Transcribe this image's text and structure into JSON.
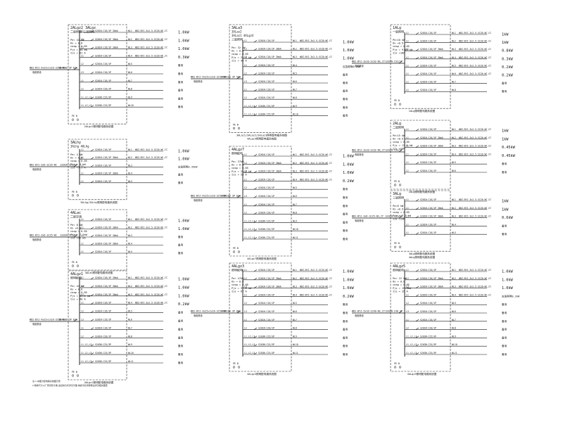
{
  "drawing": {
    "notes": [
      "注:1.本图为配电箱系统图示意",
      "2.箱体尺寸以厂家实际为准,进出线方式详见平面,电缆沟及桥架敷设详见相关图纸"
    ]
  },
  "panels": [
    {
      "id": "p1",
      "names": [
        "2ALgz2 3ALgz",
        "二层照明  三层照明"
      ],
      "params": [
        "Pe= 42 kW",
        "Kx = 0.8",
        "cosφ = 0.85",
        "Pjs = 34 kW",
        "Ijs = 61 A"
      ],
      "feeder": "WD2-BYJ-4x25+1x16-SC50-WC",
      "feeder_note": "电缆敷设",
      "main_breaker": "NSX100 3P 63A",
      "caption": "2ALgz2照明配电箱系统图",
      "circuits": [
        {
          "b": "L1",
          "bk": "S201N-C16/1P 30mA",
          "c": "WL1",
          "w": "WDZ-BYJ-3x2.5-SC20-WC,CC",
          "ld": "1.0kW"
        },
        {
          "b": "L2",
          "bk": "S201N-C16/1P 30mA",
          "c": "WL2",
          "w": "WDZ-BYJ-3x2.5-SC20-WC,CC",
          "ld": "1.0kW"
        },
        {
          "b": "L3",
          "bk": "S201N-C16/1P 30mA",
          "c": "WL3",
          "w": "WDZ-BYJ-3x2.5-SC20-WC,CC",
          "ld": "1.0kW"
        },
        {
          "b": "L1",
          "bk": "S201N-C16/1P",
          "c": "WL4",
          "w": "WDZ-BYJ-3x2.5-SC20-WC,CC",
          "ld": "0.3kW"
        },
        {
          "b": "L2",
          "bk": "S201N-C16/1P",
          "c": "WL5",
          "w": "",
          "ld": "备用"
        },
        {
          "b": "L3",
          "bk": "S201N-C16/1P",
          "c": "WL6",
          "w": "",
          "ld": "备用"
        },
        {
          "b": "L1",
          "bk": "S201N-C16/1P",
          "c": "WL7",
          "w": "",
          "ld": "备用"
        },
        {
          "b": "L2",
          "bk": "S201N-C20/1P",
          "c": "WL8",
          "w": "",
          "ld": "备用"
        },
        {
          "b": "L1,L2,L3",
          "bk": "S203N-C25/3P",
          "c": "WL9",
          "w": "",
          "ld": "备用"
        },
        {
          "b": "L1,L2,L3",
          "bk": "S203N-C25/3P",
          "c": "WL10",
          "w": "",
          "ld": "备用"
        }
      ]
    },
    {
      "id": "p2",
      "names": [
        "3ALhy",
        "3ALhg 4ALhg"
      ],
      "params": [
        "Pe= 4 kW",
        "Kx = 0.8",
        "cosφ = 0.85",
        "Pjs = 4 kW",
        "Ijs =7.1 A"
      ],
      "feeder": "WD2-BYJ-3x6-SC25-WC",
      "feeder_note": "电缆敷设",
      "main_breaker": "S201N-C25/1P",
      "caption": "3ALhg/3ALhy照明配电箱系统图",
      "circuits": [
        {
          "b": "L1",
          "bk": "S201N-C16/1P",
          "c": "WL1",
          "w": "WDZ-BYJ-3x2.5-SC20-WC,CC",
          "ld": "1.0kW"
        },
        {
          "b": "L1",
          "bk": "S201N-C16/1P 30mA",
          "c": "WL2",
          "w": "WDZ-BYJ-3x2.5-SC20-WC,CC",
          "ld": "1.0kW"
        },
        {
          "b": "L1",
          "bk": "S201N-C16/1P",
          "c": "WL3",
          "w": "",
          "ld": "应急照明0.35kW"
        },
        {
          "b": "L1",
          "bk": "S201N-C16/1P 30mA",
          "c": "WL4",
          "w": "",
          "ld": "备用"
        },
        {
          "b": "L1",
          "bk": "S201N-C16/1P",
          "c": "WL5",
          "w": "",
          "ld": "备用"
        }
      ]
    },
    {
      "id": "p3",
      "names": [
        "4ALac",
        "二层空调"
      ],
      "params": [
        "Pe= 8 kW",
        "Kx =0.9",
        "cosφ = 0.85",
        "Pjs = 7.2kW",
        "Ijs =12.8A"
      ],
      "feeder": "WD2-BYJ-3x6-SC25-WC",
      "feeder_note": "电缆敷设",
      "main_breaker": "S201N-C25/1P",
      "caption": "4ALac照明配电箱系统图",
      "circuits": [
        {
          "b": "L1",
          "bk": "S201N-C16/1P",
          "c": "WL1",
          "w": "WDZ-BYJ-3x2.5-SC20-WC,CC",
          "ld": "1.0kW"
        },
        {
          "b": "L1",
          "bk": "S201N-C16/1P 30mA",
          "c": "WL2",
          "w": "WDZ-BYJ-3x2.5-SC20-WC,CC",
          "ld": "1.0kW"
        },
        {
          "b": "L1",
          "bk": "S201N-C16/1P 30mA",
          "c": "WL3",
          "w": "",
          "ld": "备用"
        },
        {
          "b": "L1",
          "bk": "S201N-C20/1P 30mA",
          "c": "WL4",
          "w": "",
          "ld": "备用"
        },
        {
          "b": "L1",
          "bk": "S201N-C16/1P",
          "c": "WL5",
          "w": "",
          "ld": "备用"
        }
      ]
    },
    {
      "id": "p4",
      "names": [
        "4ALgz1",
        "照明配电"
      ],
      "params": [
        "Pe= 42 kW",
        "Kx = 0.8",
        "cosφ = 0.85",
        "Pjs = 33.6 kW",
        "Ijs = 60 A"
      ],
      "feeder": "WD2-BYJ-4x25+1x16-SC50-WC",
      "feeder_note": "电缆敷设",
      "main_breaker": "NSX100 3P 63A",
      "caption": "4ALgz1照明配电箱系统图",
      "circuits": [
        {
          "b": "L1",
          "bk": "S201N-C16/1P 30mA",
          "c": "WL1",
          "w": "WDZ-BYJ-3x2.5-SC20-WC,CC",
          "ld": "1.0kW"
        },
        {
          "b": "L2",
          "bk": "S201N-C16/1P 30mA",
          "c": "WL2",
          "w": "WDZ-BYJ-3x2.5-SC20-WC,CC",
          "ld": "1.0kW"
        },
        {
          "b": "L3",
          "bk": "S201N-C16/1P 30mA",
          "c": "WL3",
          "w": "WDZ-BYJ-3x2.5-SC20-WC,CC",
          "ld": "1.0kW"
        },
        {
          "b": "L1",
          "bk": "S201N-C16/1P",
          "c": "WL4",
          "w": "WDZ-BYJ-3x2.5-SC20-WC,CC",
          "ld": "0.2kW"
        },
        {
          "b": "L2",
          "bk": "S201N-C16/1P",
          "c": "WL5",
          "w": "",
          "ld": "备用"
        },
        {
          "b": "L3",
          "bk": "S201N-C16/1P",
          "c": "WL6",
          "w": "",
          "ld": "备用"
        },
        {
          "b": "L1",
          "bk": "S201N-C16/1P",
          "c": "WL7",
          "w": "",
          "ld": "备用"
        },
        {
          "b": "L2",
          "bk": "S201N-C20/1P",
          "c": "WL8",
          "w": "",
          "ld": "备用"
        },
        {
          "b": "L1,L2,L3",
          "bk": "S203N-C25/3P",
          "c": "WL9",
          "w": "",
          "ld": "备用"
        },
        {
          "b": "L1,L2,L3",
          "bk": "S203N-C25/3P",
          "c": "WL10",
          "w": "",
          "ld": "备用"
        },
        {
          "b": "L1,L2,L3",
          "bk": "S203N-C25/3P",
          "c": "WL11",
          "w": "",
          "ld": "备用"
        }
      ]
    },
    {
      "id": "p5",
      "names": [
        "3ALa3",
        "3ALaz2",
        "3ALaz1 4ALgz4",
        "三层照明"
      ],
      "params": [
        "Pe= 32 kW",
        "Kx = 0.8",
        "cosφ = 0.85",
        "Pjs = 25.6 kW",
        "Ijs = 46 A"
      ],
      "feeder": "WD2-BYJ-4x25+1x16-SC50-WC",
      "feeder_note": "电缆敷设",
      "main_breaker": "NSX100 3P 50A",
      "caption": "3ALaz1/3ALaz2/3ALaz3照明配电箱系统图",
      "caption2": "4ALgz4照明配电箱系统图",
      "circuits": [
        {
          "b": "L1",
          "bk": "S201N-C16/1P",
          "c": "WL1",
          "w": "WDZ-BYJ-3x2.5-SC20-WC,CC",
          "ld": "1.0kW"
        },
        {
          "b": "L2",
          "bk": "S201N-C16/1P 30mA",
          "c": "WL2",
          "w": "WDZ-BYJ-3x2.5-SC20-WC,CC",
          "ld": "1.0kW"
        },
        {
          "b": "L3",
          "bk": "S201N-C16/1P 30mA",
          "c": "WL3",
          "w": "WDZ-BYJ-3x2.5-SC20-WC,CC",
          "ld": "1.0kW"
        },
        {
          "b": "L1",
          "bk": "S201N-C16/1P",
          "c": "WL4",
          "w": "",
          "ld": "应急照明0.2kW"
        },
        {
          "b": "L2",
          "bk": "S201N-C16/1P",
          "c": "WL5",
          "w": "",
          "ld": "备用"
        },
        {
          "b": "L3",
          "bk": "S201N-C16/1P",
          "c": "WL6",
          "w": "",
          "ld": "备用"
        },
        {
          "b": "L1",
          "bk": "S201N-C16/1P",
          "c": "WL7",
          "w": "",
          "ld": "备用"
        },
        {
          "b": "L2",
          "bk": "S201N-C20/1P",
          "c": "WL8",
          "w": "",
          "ld": "备用"
        },
        {
          "b": "L1,L2,L3",
          "bk": "S203N-C25/3P",
          "c": "WL9",
          "w": "",
          "ld": "备用"
        },
        {
          "b": "L1,L2,L3",
          "bk": "S203N-C25/3P",
          "c": "WL10",
          "w": "",
          "ld": "备用"
        }
      ]
    },
    {
      "id": "p6",
      "names": [
        "4ALgz7",
        "照明配电"
      ],
      "params": [
        "Pe= 37kW",
        "Kx = 0.8",
        "cosφ = 0.85",
        "Pjs = 29.6 kW",
        "Ijs = 53 A"
      ],
      "feeder": "WD2-BYJ-4x25+1x16-SC50-WC",
      "feeder_note": "电缆敷设",
      "main_breaker": "NSX100 3P 63A",
      "caption": "4ALgz7照明配电箱系统图",
      "circuits": [
        {
          "b": "L1",
          "bk": "S201N-C16/1P",
          "c": "WL1",
          "w": "WDZ-BYJ-3x2.5-SC20-WC,CC",
          "ld": "1.0kW"
        },
        {
          "b": "L2",
          "bk": "S201N-C16/1P 30mA",
          "c": "WL2",
          "w": "WDZ-BYJ-3x2.5-SC20-WC,CC",
          "ld": "1.0kW"
        },
        {
          "b": "L3",
          "bk": "S201N-C16/1P 30mA",
          "c": "WL3",
          "w": "WDZ-BYJ-3x2.5-SC20-WC,CC",
          "ld": "1.0kW"
        },
        {
          "b": "L1",
          "bk": "S201N-C16/1P",
          "c": "WL4",
          "w": "WDZ-BYJ-3x2.5-SC20-WC,CC",
          "ld": "0.2kW"
        },
        {
          "b": "L2",
          "bk": "S201N-C16/1P",
          "c": "WL5",
          "w": "",
          "ld": "备用"
        },
        {
          "b": "L3",
          "bk": "S201N-C16/1P",
          "c": "WL6",
          "w": "",
          "ld": "备用"
        },
        {
          "b": "L1",
          "bk": "S201N-C16/1P",
          "c": "WL7",
          "w": "",
          "ld": "备用"
        },
        {
          "b": "L2",
          "bk": "S201N-C20/1P",
          "c": "WL8",
          "w": "",
          "ld": "备用"
        },
        {
          "b": "L1,L2,L3",
          "bk": "S203N-C25/3P",
          "c": "WL9",
          "w": "",
          "ld": "备用"
        },
        {
          "b": "L1,L2,L3",
          "bk": "S203N-C25/3P",
          "c": "WL10",
          "w": "",
          "ld": "备用"
        },
        {
          "b": "L1,L2,L3",
          "bk": "S203N-C25/3P",
          "c": "WL11",
          "w": "",
          "ld": "备用"
        }
      ]
    },
    {
      "id": "p7",
      "names": [
        "4ALgz3",
        "照明配电"
      ],
      "params": [
        "Pe= 47kW",
        "Kx = 0.8",
        "cosφ = 0.85",
        "Pjs = 37.6 kW",
        "Ijs = 67 A"
      ],
      "feeder": "WD2-BYJ-4x25+1x16-SC50-WC",
      "feeder_note": "电缆敷设",
      "main_breaker": "NSX100 3P 80A",
      "caption": "4ALgz3照明配电箱系统图",
      "circuits": [
        {
          "b": "L1",
          "bk": "S201N-C16/1P",
          "c": "WL1",
          "w": "WDZ-BYJ-3x2.5-SC20-WC,CC",
          "ld": "1.0kW"
        },
        {
          "b": "L2",
          "bk": "S201N-C16/1P 30mA",
          "c": "WL2",
          "w": "WDZ-BYJ-3x2.5-SC20-WC,CC",
          "ld": "1.0kW"
        },
        {
          "b": "L3",
          "bk": "S201N-C16/1P 30mA",
          "c": "WL3",
          "w": "WDZ-BYJ-3x2.5-SC20-WC,CC",
          "ld": "1.0kW"
        },
        {
          "b": "L1",
          "bk": "S201N-C16/1P",
          "c": "WL4",
          "w": "WDZ-BYJ-3x2.5-SC20-WC,CC",
          "ld": "0.2kW"
        },
        {
          "b": "L2",
          "bk": "S201N-C16/1P",
          "c": "WL5",
          "w": "",
          "ld": "备用"
        },
        {
          "b": "L3",
          "bk": "S201N-C16/1P",
          "c": "WL6",
          "w": "",
          "ld": "备用"
        },
        {
          "b": "L1",
          "bk": "S201N-C16/1P",
          "c": "WL7",
          "w": "",
          "ld": "备用"
        },
        {
          "b": "L2",
          "bk": "S201N-C20/1P",
          "c": "WL8",
          "w": "",
          "ld": "备用"
        },
        {
          "b": "L1,L2,L3",
          "bk": "S203N-C25/3P",
          "c": "WL9",
          "w": "",
          "ld": "备用"
        },
        {
          "b": "L1,L2,L3",
          "bk": "S203N-C25/3P",
          "c": "WL10",
          "w": "",
          "ld": "备用"
        },
        {
          "b": "L1,L2,L3",
          "bk": "S203N-C25/3P",
          "c": "WL11",
          "w": "",
          "ld": "备用"
        }
      ]
    },
    {
      "id": "p8",
      "names": [
        "1ALg",
        "一层照明"
      ],
      "params": [
        "Pe=10 kW",
        "Kx =0.9",
        "cosφ = 0.85",
        "Pjs = 9.00 kW",
        "Ijs =16A"
      ],
      "feeder": "WD2-BYJ-3x10-SC32-WC,CT",
      "feeder_note": "电缆敷设",
      "main_breaker": "S201N-C32/1P",
      "caption": "1ALg照明配电箱系统图",
      "circuits": [
        {
          "b": "L1",
          "bk": "S201N-C16/1P",
          "c": "WL1",
          "w": "WDZ-BYJ-3x2.5-SC20-WC,CC",
          "ld": "1kW"
        },
        {
          "b": "L1",
          "bk": "S201N-C16/1P",
          "c": "WL2",
          "w": "WDZ-BYJ-3x2.5-SC20-WC,CC",
          "ld": "1kW"
        },
        {
          "b": "L1",
          "bk": "S201N-C16/1P 30mA",
          "c": "WL3",
          "w": "WDZ-BYJ-3x2.5-SC20-WC,CC",
          "ld": "0.8kW"
        },
        {
          "b": "L1",
          "bk": "S201N-C16/1P 30mA",
          "c": "WL4",
          "w": "WDZ-BYJ-3x2.5-SC20-WC,CC",
          "ld": "0.3kW"
        },
        {
          "b": "L1",
          "bk": "S201N-C16/1P",
          "c": "WL5",
          "w": "WDZ-BYJ-3x2.5-SC20-WC,CC",
          "ld": "0.2kW"
        },
        {
          "b": "L1",
          "bk": "S201N-C16/1P",
          "c": "WL6",
          "w": "WDZ-BYJ-3x2.5-SC20-WC,CC",
          "ld": "0.2kW"
        },
        {
          "b": "L1",
          "bk": "S201N-C16/1P",
          "c": "WL7",
          "w": "",
          "ld": "备用"
        },
        {
          "b": "L1",
          "bk": "S201N-C16/1P",
          "c": "WL8",
          "w": "",
          "ld": "备用"
        }
      ]
    },
    {
      "id": "p9",
      "names": [
        "2ALg",
        "二层照明"
      ],
      "params": [
        "Pe=15 kW",
        "Kx =0.9",
        "cosφ = 0.85",
        "Pjs = 13.5 kW",
        "Ijs =24A"
      ],
      "feeder": "WD2-BYJ-3x10-SC32-WC,CT",
      "feeder_note": "电缆敷设",
      "main_breaker": "S201N-C32/1P",
      "caption": "2ALg照明配电箱系统图",
      "circuits": [
        {
          "b": "L1",
          "bk": "S201N-C16/1P",
          "c": "WL1",
          "w": "WDZ-BYJ-3x2.5-SC20-WC,CC",
          "ld": "1kW"
        },
        {
          "b": "L1",
          "bk": "S201N-C16/1P 30mA",
          "c": "WL2",
          "w": "WDZ-BYJ-3x2.5-SC20-WC,CC",
          "ld": "1kW"
        },
        {
          "b": "L1",
          "bk": "S201N-C16/1P 30mA",
          "c": "WL3",
          "w": "WDZ-BYJ-3x2.5-SC20-WC,CC",
          "ld": "0.45kW"
        },
        {
          "b": "L1",
          "bk": "S201N-C16/1P",
          "c": "WL4",
          "w": "WDZ-BYJ-3x2.5-SC20-WC,CC",
          "ld": "0.45kW"
        },
        {
          "b": "L1",
          "bk": "S201N-C16/1P",
          "c": "WL5",
          "w": "",
          "ld": "备用"
        },
        {
          "b": "L1",
          "bk": "S201N-C16/1P",
          "c": "WL6",
          "w": "",
          "ld": "备用"
        }
      ]
    },
    {
      "id": "p10",
      "names": [
        "3ALg",
        "三层照明"
      ],
      "params": [
        "Pe=8 kW",
        "Kx =0.9",
        "cosφ = 0.85",
        "Pjs = 7.2 kW",
        "Ijs =13A"
      ],
      "feeder": "WD2-BYJ-3x6-SC25-WC,CT",
      "feeder_note": "电缆敷设",
      "main_breaker": "S201N-C25/1P",
      "caption": "3ALg照明配电箱系统图",
      "caption2": "4ALg照明配电箱系统图",
      "circuits": [
        {
          "b": "L1",
          "bk": "S201N-C16/1P",
          "c": "WL1",
          "w": "WDZ-BYJ-3x2.5-SC20-WC,CC",
          "ld": "1kW"
        },
        {
          "b": "L1",
          "bk": "S201N-C16/1P 30mA",
          "c": "WL2",
          "w": "WDZ-BYJ-3x2.5-SC20-WC,CC",
          "ld": "1kW"
        },
        {
          "b": "L1",
          "bk": "S201N-C16/1P 30mA",
          "c": "WL3",
          "w": "WDZ-BYJ-3x2.5-SC20-WC,CC",
          "ld": "0.6kW"
        },
        {
          "b": "L1",
          "bk": "S201N-C16/1P",
          "c": "WL4",
          "w": "",
          "ld": "备用"
        },
        {
          "b": "L1",
          "bk": "S201N-C16/1P",
          "c": "WL5",
          "w": "",
          "ld": "备用"
        }
      ]
    },
    {
      "id": "p11",
      "names": [
        "4ALgz5",
        "照明配电"
      ],
      "params": [
        "Pe= 22 kW",
        "Kx = 0.8",
        "cosφ = 0.85",
        "Pjs = 19.8kW",
        "Ijs = 35 A"
      ],
      "feeder": "WD2-BYJ-5x16-SC40-WC,CT",
      "feeder_note": "电缆敷设",
      "main_breaker": "S203N-C40 3P",
      "caption": "4ALgz5照明配电箱系统图",
      "circuits": [
        {
          "b": "L1",
          "bk": "S201N-C16/1P",
          "c": "WL1",
          "w": "WDZ-BYJ-3x2.5-SC20-WC,CC",
          "ld": "1.0kW"
        },
        {
          "b": "L2",
          "bk": "S201N-C16/1P 30mA",
          "c": "WL2",
          "w": "WDZ-BYJ-3x2.5-SC20-WC,CC",
          "ld": "1.0kW"
        },
        {
          "b": "L3",
          "bk": "S201N-C16/1P 30mA",
          "c": "WL3",
          "w": "WDZ-BYJ-3x2.5-SC20-WC,CC",
          "ld": "1.0kW"
        },
        {
          "b": "L1",
          "bk": "S201N-C16/1P",
          "c": "WL4",
          "w": "WDZ-BYJ-3x2.5-SC20-WC,CC",
          "ld": "应急照明0.2kW"
        },
        {
          "b": "L2",
          "bk": "S201N-C16/1P",
          "c": "WL5",
          "w": "",
          "ld": "备用"
        },
        {
          "b": "L3",
          "bk": "S201N-C16/1P",
          "c": "WL6",
          "w": "",
          "ld": "备用"
        },
        {
          "b": "L1",
          "bk": "S201N-C16/1P",
          "c": "WL7",
          "w": "",
          "ld": "备用"
        },
        {
          "b": "L2",
          "bk": "S201N-C20/1P",
          "c": "WL8",
          "w": "",
          "ld": "备用"
        },
        {
          "b": "L1,L2,L3",
          "bk": "S203N-C25/3P",
          "c": "WL9",
          "w": "",
          "ld": "备用"
        },
        {
          "b": "L1,L2,L3",
          "bk": "S203N-C25/3P",
          "c": "WL10",
          "w": "",
          "ld": "备用"
        },
        {
          "b": "L1,L2,L3",
          "bk": "S203N-C25/3P",
          "c": "WL11",
          "w": "",
          "ld": "备用"
        }
      ]
    }
  ]
}
